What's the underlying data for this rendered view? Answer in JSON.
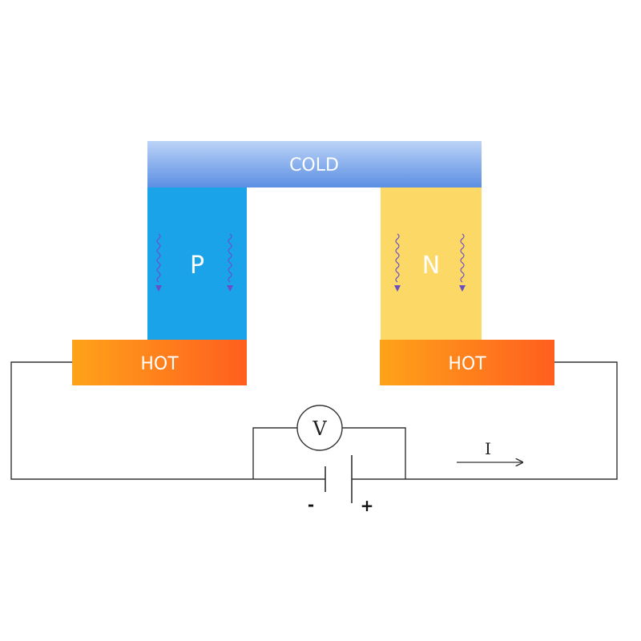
{
  "diagram": {
    "cold_label": "COLD",
    "hot_left_label": "HOT",
    "hot_right_label": "HOT",
    "p_label": "P",
    "n_label": "N",
    "voltmeter_label": "V",
    "current_label": "I",
    "battery_minus": "-",
    "battery_plus": "+"
  },
  "colors": {
    "cold_top": "#bcd3f7",
    "cold_bottom": "#5b8fe3",
    "p_leg": "#1aa3e8",
    "n_leg": "#fcd867",
    "hot_left": "#ffa319",
    "hot_right": "#ff5e1f",
    "heat_arrow": "#6a4fc4",
    "wire": "#333333"
  }
}
